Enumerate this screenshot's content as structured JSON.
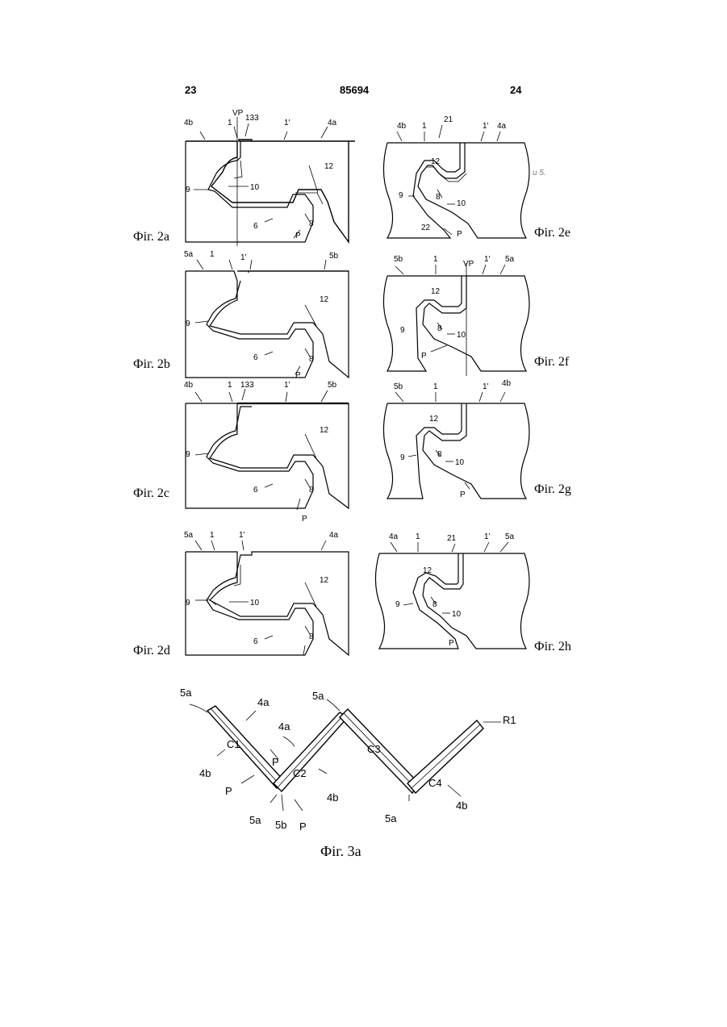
{
  "header": {
    "left_page": "23",
    "doc_number": "85694",
    "right_page": "24"
  },
  "figures": {
    "f2a": {
      "caption": "Фіг. 2a",
      "labels": [
        "4b",
        "1",
        "VP",
        "133",
        "1'",
        "4a",
        "9",
        "10",
        "12",
        "8",
        "6",
        "P"
      ]
    },
    "f2b": {
      "caption": "Фіг. 2b",
      "labels": [
        "5a",
        "1",
        "1'",
        "5b",
        "9",
        "12",
        "8",
        "6",
        "P"
      ]
    },
    "f2c": {
      "caption": "Фіг. 2c",
      "labels": [
        "4b",
        "1",
        "133",
        "1'",
        "5b",
        "9",
        "12",
        "8",
        "6",
        "P"
      ]
    },
    "f2d": {
      "caption": "Фіг. 2d",
      "labels": [
        "5a",
        "1",
        "1'",
        "4a",
        "9",
        "10",
        "12",
        "8",
        "6"
      ]
    },
    "f2e": {
      "caption": "Фіг. 2e",
      "labels": [
        "4b",
        "1",
        "21",
        "1'",
        "4a",
        "12",
        "9",
        "8",
        "10",
        "22",
        "P"
      ],
      "handwriting": "и 5."
    },
    "f2f": {
      "caption": "Фіг. 2f",
      "labels": [
        "5b",
        "1",
        "VP",
        "1'",
        "5a",
        "12",
        "9",
        "8",
        "10",
        "P"
      ]
    },
    "f2g": {
      "caption": "Фіг. 2g",
      "labels": [
        "5b",
        "1",
        "1'",
        "4b",
        "12",
        "9",
        "8",
        "10",
        "P"
      ]
    },
    "f2h": {
      "caption": "Фіг. 2h",
      "labels": [
        "4a",
        "1",
        "21",
        "1'",
        "5a",
        "12",
        "9",
        "8",
        "10",
        "P"
      ]
    },
    "f3a": {
      "caption": "Фіг. 3a",
      "labels": [
        "5a",
        "4a",
        "4a",
        "5a",
        "R1",
        "C1",
        "C2",
        "C3",
        "C4",
        "4b",
        "P",
        "P",
        "5a",
        "5b",
        "P",
        "4b",
        "5a",
        "4b"
      ]
    }
  }
}
